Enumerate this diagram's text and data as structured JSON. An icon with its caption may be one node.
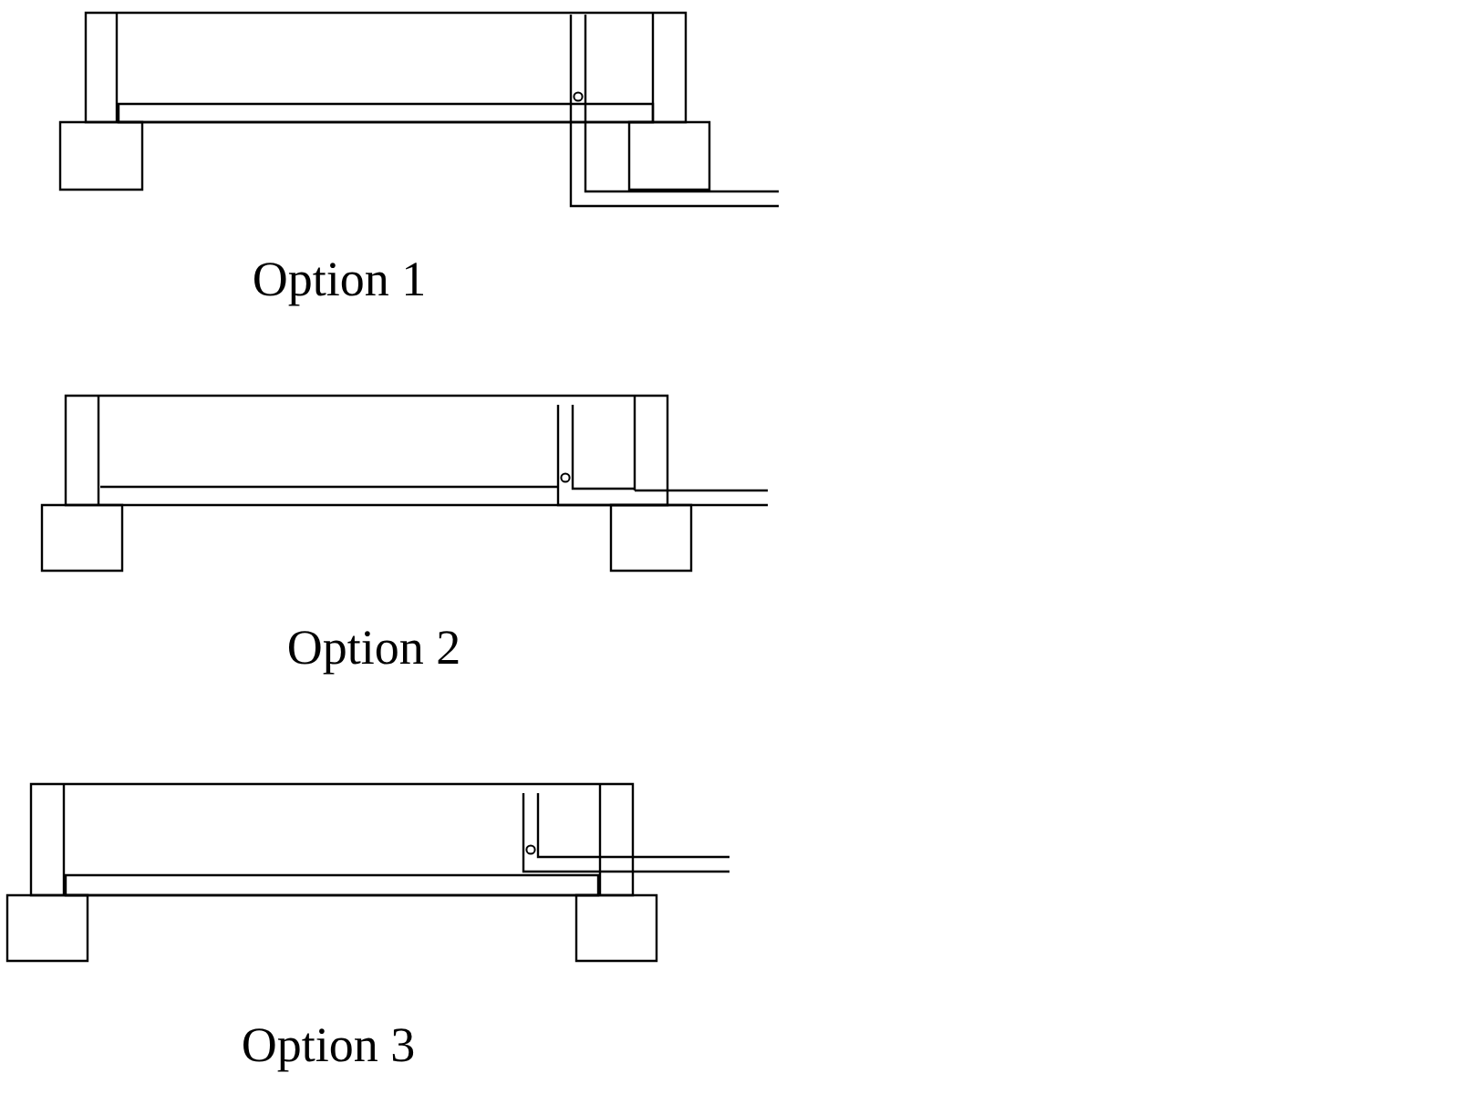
{
  "diagram": {
    "labels": [
      "Option 1",
      "Option 2",
      "Option 3"
    ]
  }
}
